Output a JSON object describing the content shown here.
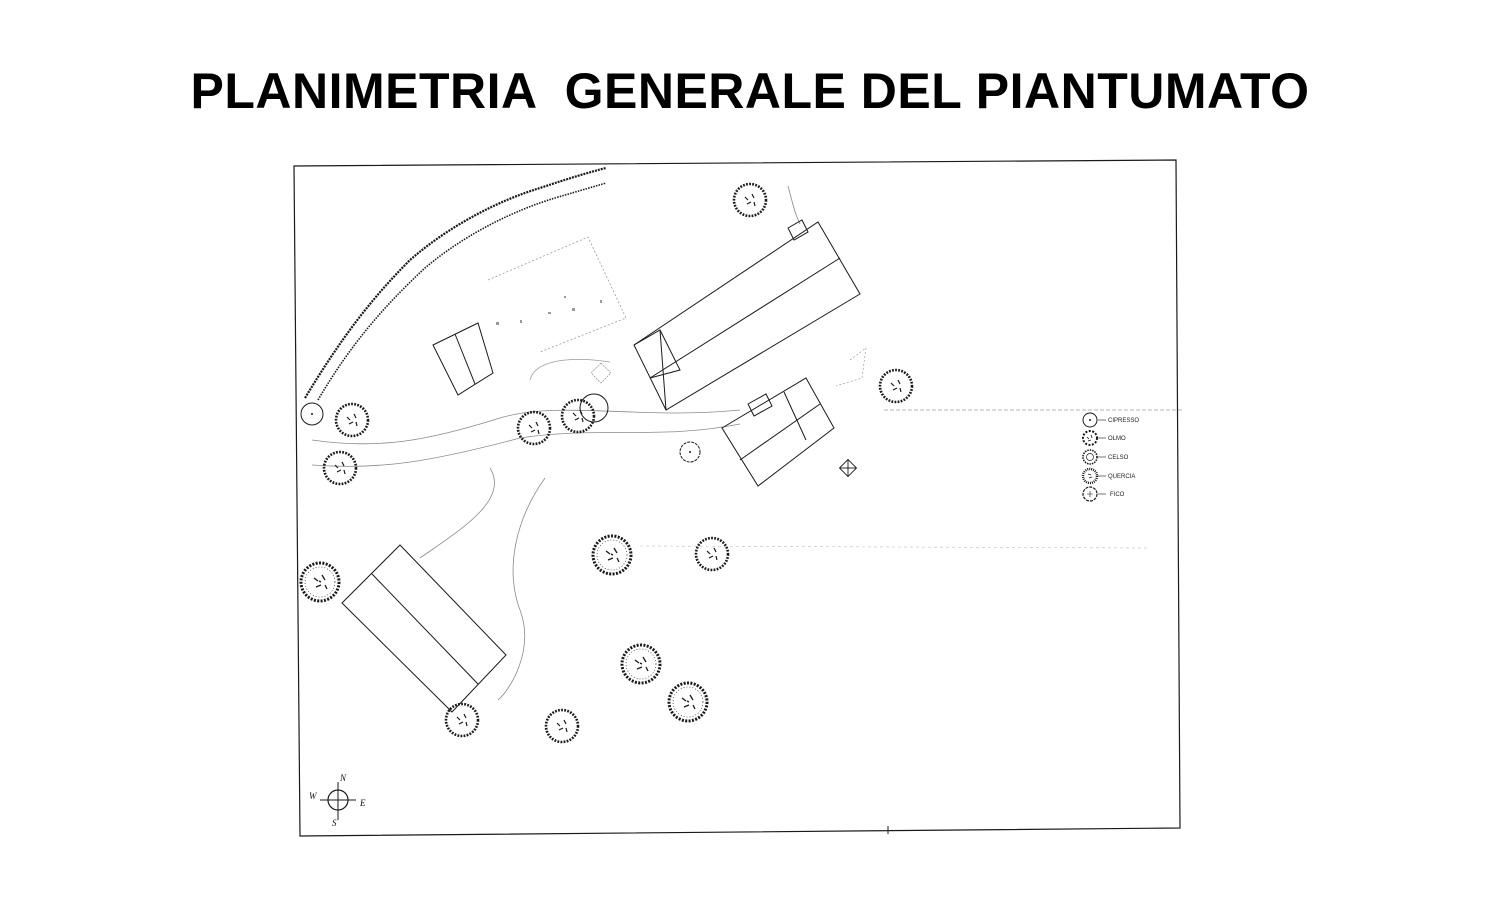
{
  "title": "PLANIMETRIA  GENERALE DEL PIANTUMATO",
  "legend": {
    "items": [
      {
        "label": "CIPRESSO",
        "icon": "cypress-symbol-icon"
      },
      {
        "label": "OLMO",
        "icon": "elm-symbol-icon"
      },
      {
        "label": "CELSO",
        "icon": "mulberry-symbol-icon"
      },
      {
        "label": "QUERCIA",
        "icon": "oak-symbol-icon"
      },
      {
        "label": "FICO",
        "icon": "fig-symbol-icon"
      }
    ]
  },
  "compass": {
    "n": "N",
    "s": "S",
    "e": "E",
    "w": "W"
  },
  "colors": {
    "ink": "#1a1a1a",
    "paper": "#ffffff",
    "faint": "#9a9a9a"
  }
}
